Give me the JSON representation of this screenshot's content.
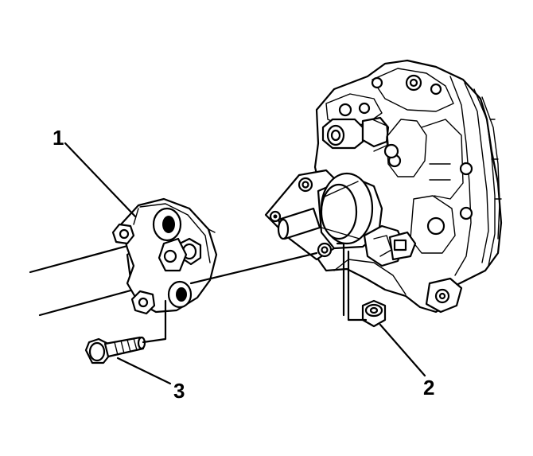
{
  "callouts": {
    "label_1": "1",
    "label_2": "2",
    "label_3": "3"
  }
}
